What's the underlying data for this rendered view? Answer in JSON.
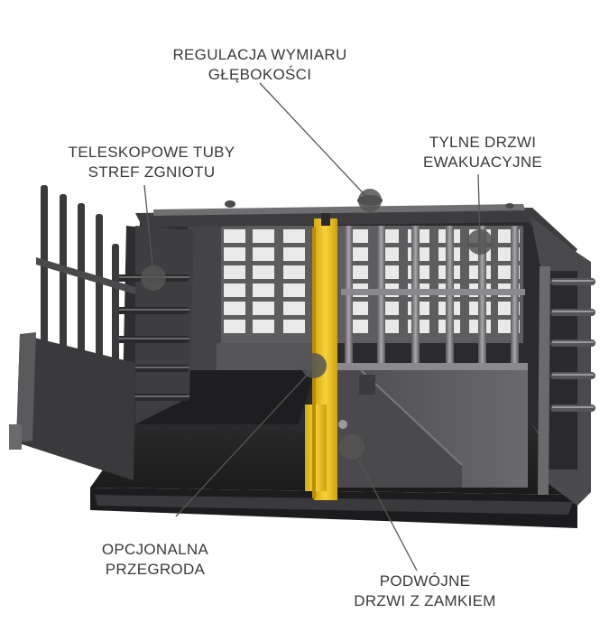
{
  "callouts": {
    "depth": {
      "line1": "REGULACJA WYMIARU",
      "line2": "GŁĘBOKOŚCI"
    },
    "tubes": {
      "line1": "TELESKOPOWE TUBY",
      "line2": "STREF ZGNIOTU"
    },
    "rear": {
      "line1": "TYLNE DRZWI",
      "line2": "EWAKUACYJNE"
    },
    "divider": {
      "line1": "OPCJONALNA",
      "line2": "PRZEGRODA"
    },
    "doors": {
      "line1": "PODWÓJNE",
      "line2": "DRZWI Z ZAMKIEM"
    }
  },
  "colors": {
    "text": "#3a3a3a",
    "frame": "#3a3a3c",
    "frame_dark": "#222224",
    "panel": "#5a5a5c",
    "bar": "#8a8a8c",
    "accent_yellow": "#f2c414",
    "marker": "#555555"
  }
}
